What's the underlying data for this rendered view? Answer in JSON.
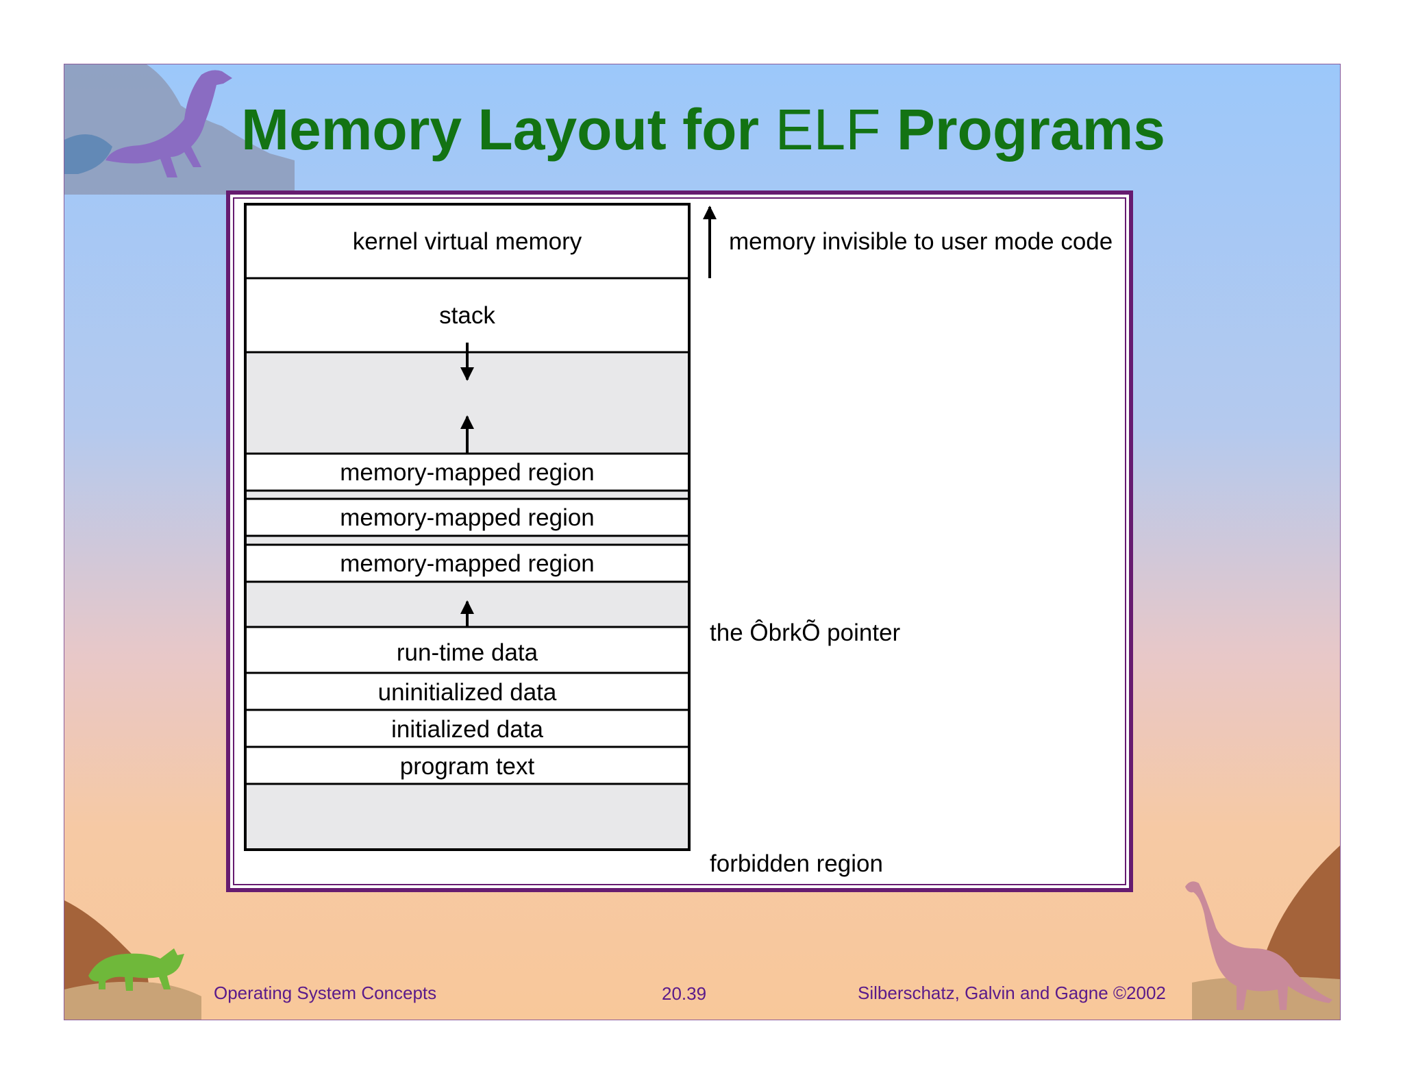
{
  "title": {
    "part1": "Memory Layout for",
    "part2": "ELF",
    "part3": "Programs"
  },
  "diagram": {
    "regions": {
      "kernel": "kernel virtual memory",
      "stack": "stack",
      "mmap1": "memory-mapped region",
      "mmap2": "memory-mapped region",
      "mmap3": "memory-mapped region",
      "runtime": "run-time data",
      "uninit": "uninitialized data",
      "init": "initialized data",
      "text": "program text"
    },
    "annotations": {
      "invisible": "memory invisible to user mode code",
      "brk": "the ÔbrkÕ pointer",
      "forbidden": "forbidden region"
    },
    "colors": {
      "frame": "#661b70",
      "gap_fill": "#e8e8ea",
      "box_fill": "#ffffff",
      "title": "#137313"
    }
  },
  "footer": {
    "left": "Operating System Concepts",
    "center": "20.39",
    "right": "Silberschatz, Galvin and  Gagne ©2002"
  }
}
